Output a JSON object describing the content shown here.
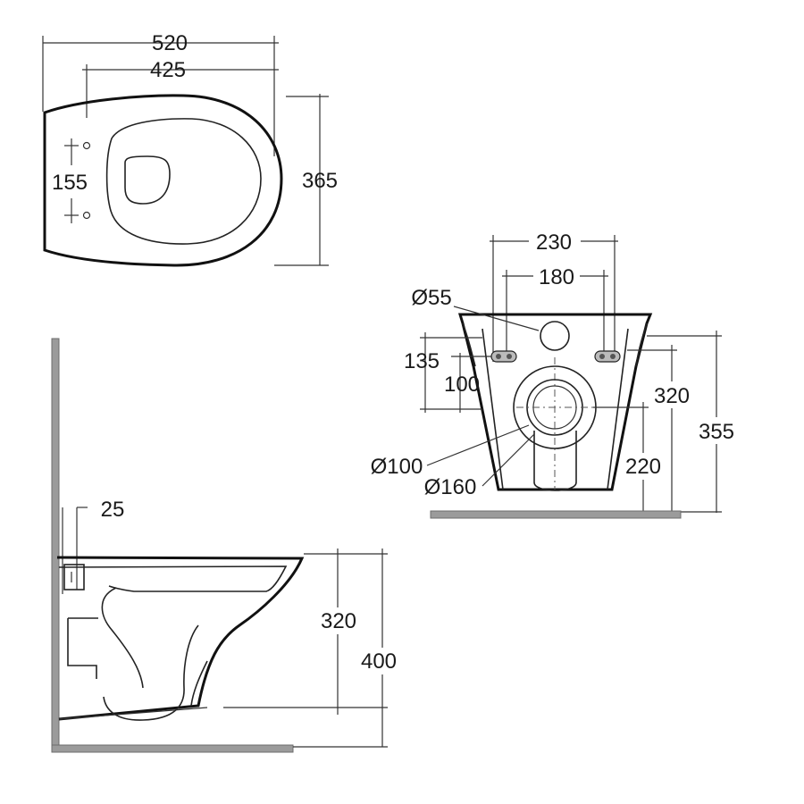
{
  "top_view": {
    "overall_width": "520",
    "fixing_span": "425",
    "fixing_holes_gap": "155",
    "overall_depth": "365"
  },
  "rear_view": {
    "outer_fixing_width": "230",
    "inner_fixing_width": "180",
    "water_inlet_dia": "Ø55",
    "fixing_upper_height": "135",
    "fixing_lower_height": "100",
    "outlet_height": "320",
    "overall_height": "355",
    "outlet_center_height": "220",
    "outlet_pipe_dia": "Ø100",
    "outlet_spigot_dia": "Ø160"
  },
  "side_view": {
    "wall_gap": "25",
    "rim_height": "320",
    "total_height": "400"
  }
}
